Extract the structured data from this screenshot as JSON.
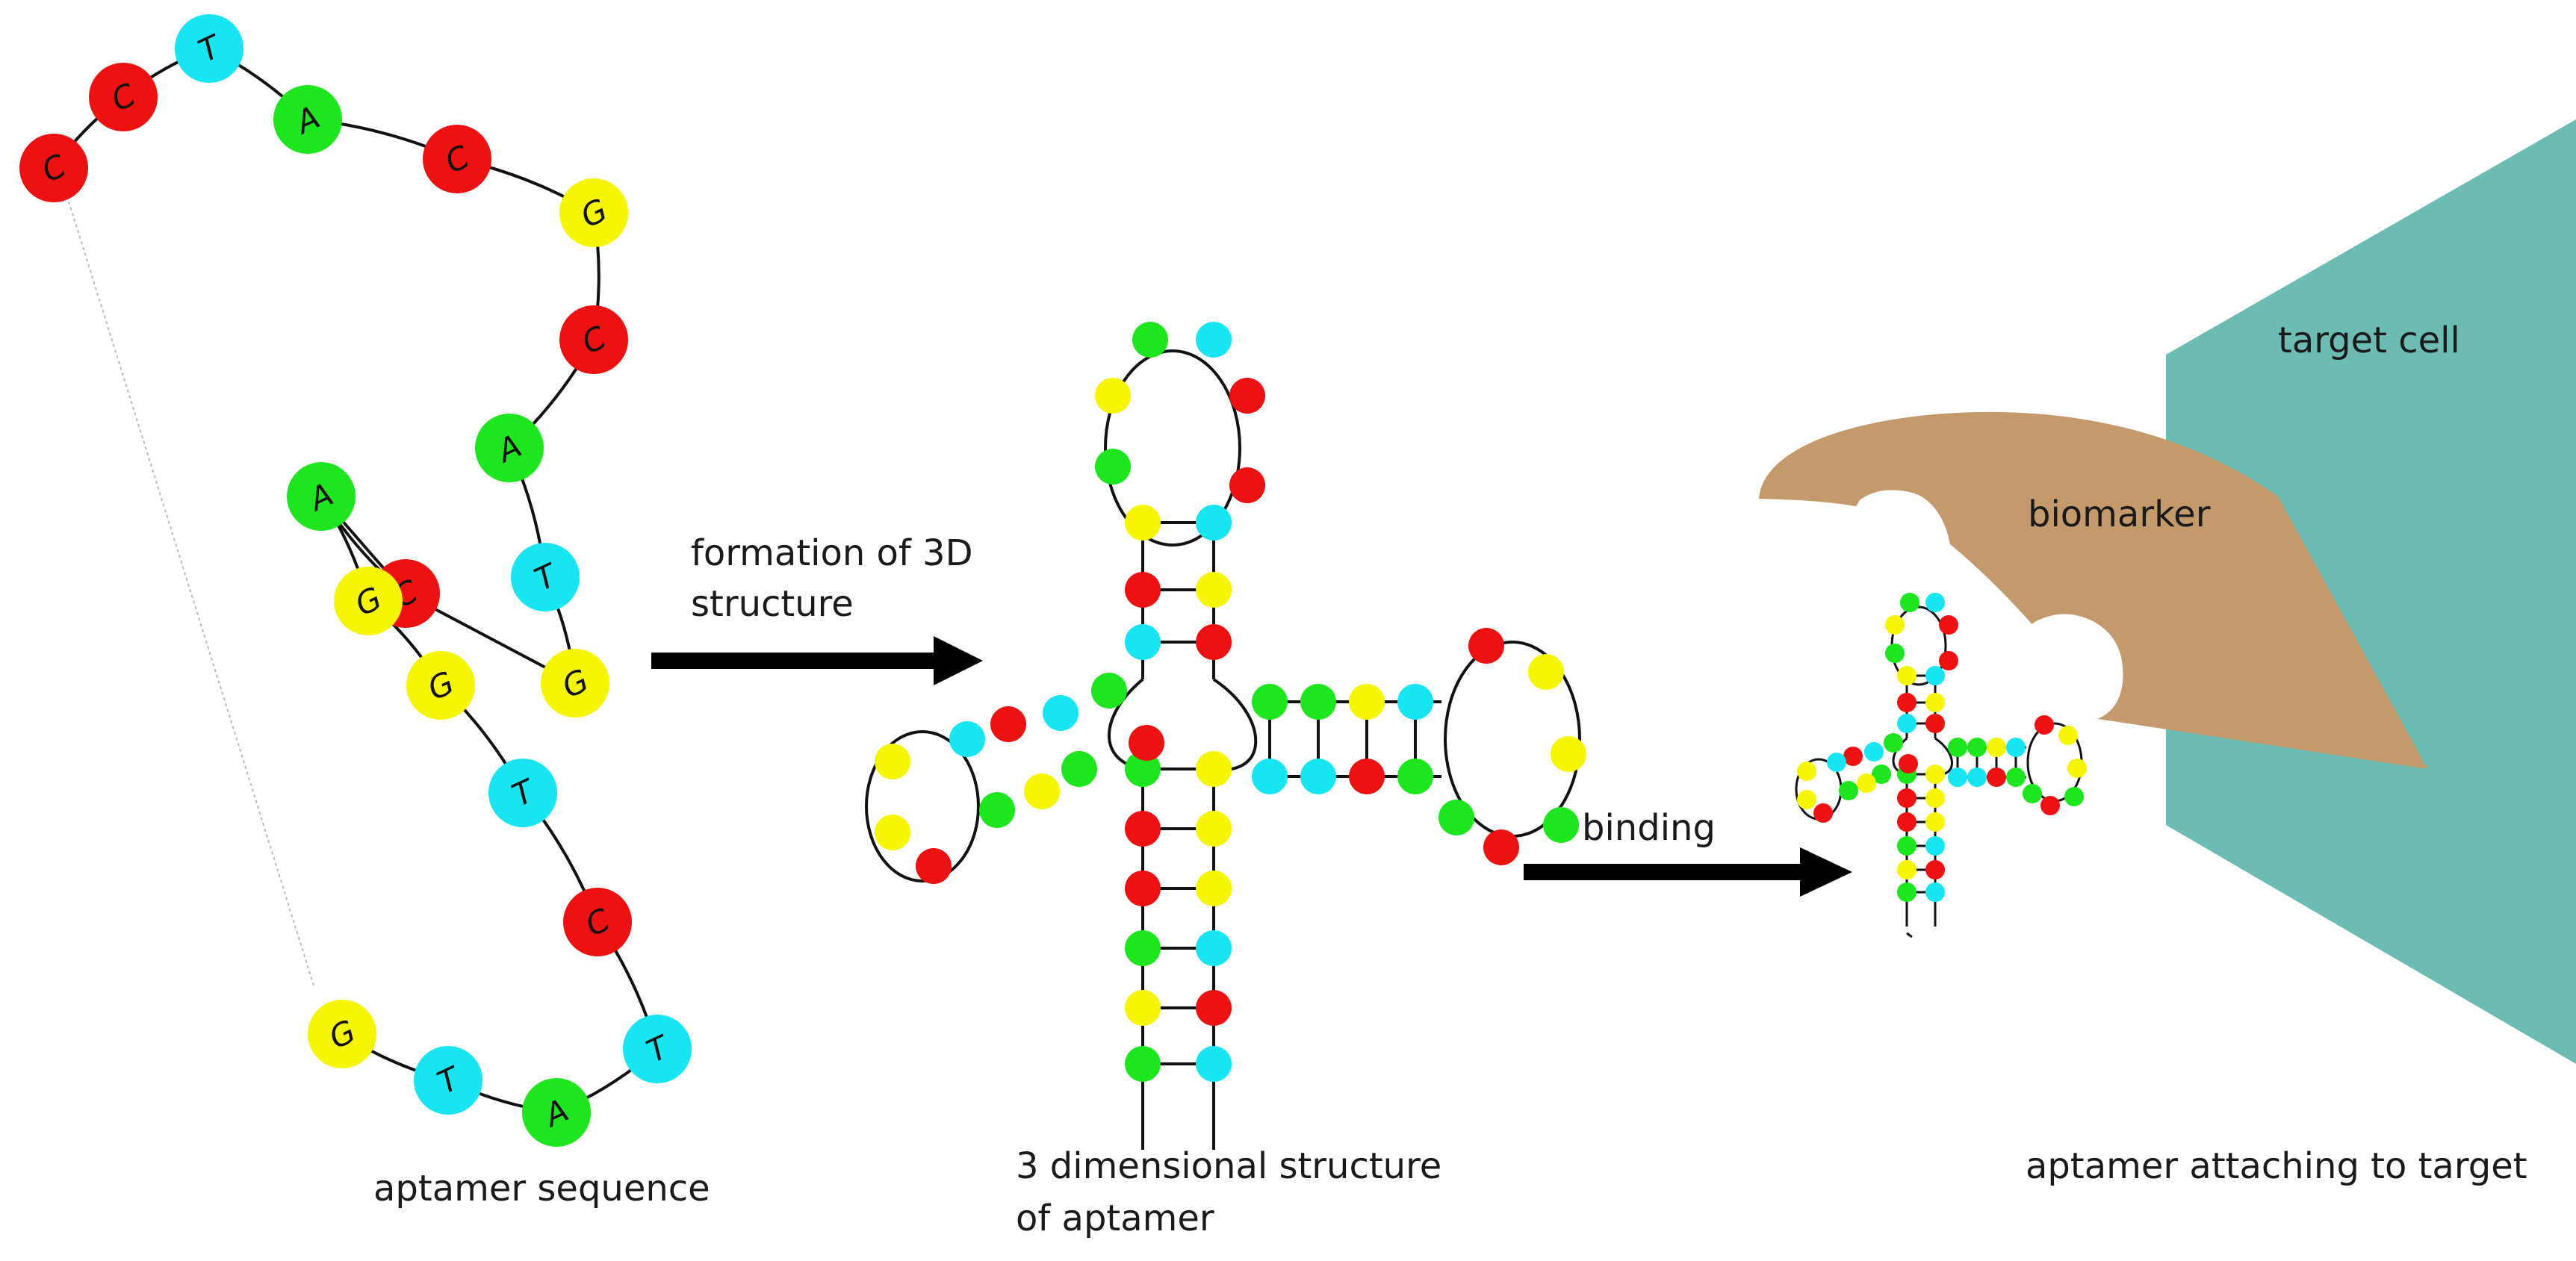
{
  "palette": {
    "A": "#1ee61e",
    "C": "#ee1111",
    "G": "#f6f600",
    "T": "#17e6f2",
    "biomarker": "#c49a6c",
    "target_cell": "#6cbcb4"
  },
  "labels": {
    "aptamer_sequence": "aptamer sequence",
    "formation_line1": "formation of 3D",
    "formation_line2": "structure",
    "structure_line1": "3 dimensional structure",
    "structure_line2": "of aptamer",
    "binding": "binding",
    "biomarker": "biomarker",
    "target_cell": "target cell",
    "attaching": "aptamer attaching to target"
  },
  "sequence": [
    "C",
    "C",
    "T",
    "A",
    "C",
    "G",
    "C",
    "A",
    "T",
    "G",
    "C",
    "A",
    "G",
    "G",
    "T",
    "C",
    "T",
    "A",
    "T",
    "G"
  ]
}
